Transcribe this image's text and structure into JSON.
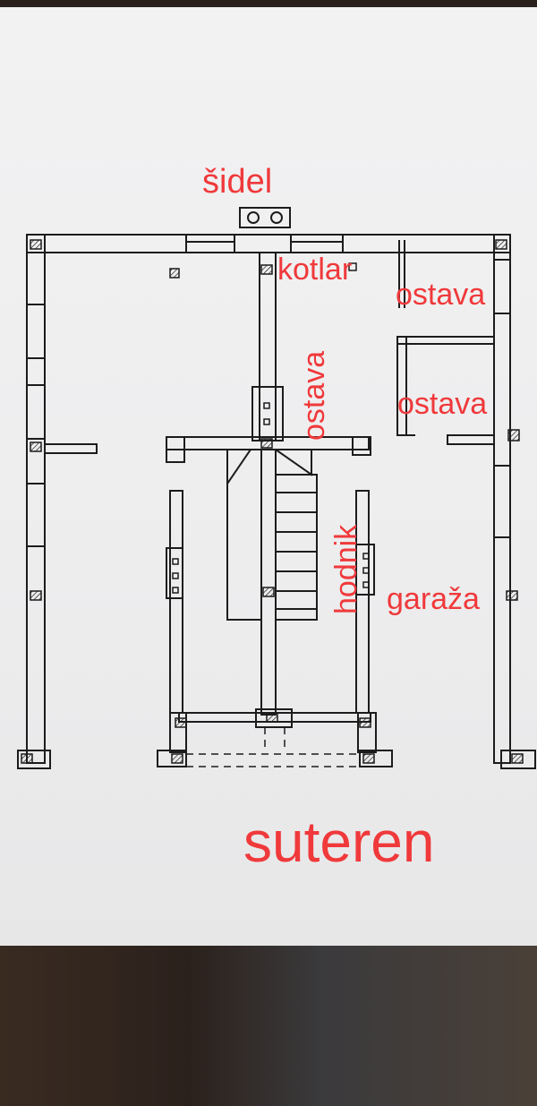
{
  "labels": {
    "chimney": "šidel",
    "boiler_room": "kotlar",
    "storage_top_right": "ostava",
    "storage_middle": "ostava",
    "storage_right": "ostava",
    "hallway": "hodnik",
    "garage": "garaža",
    "floor_name": "suteren"
  },
  "colors": {
    "label": "#f0393b",
    "ink": "#1c1c1c",
    "paper": "#eeeeef"
  }
}
